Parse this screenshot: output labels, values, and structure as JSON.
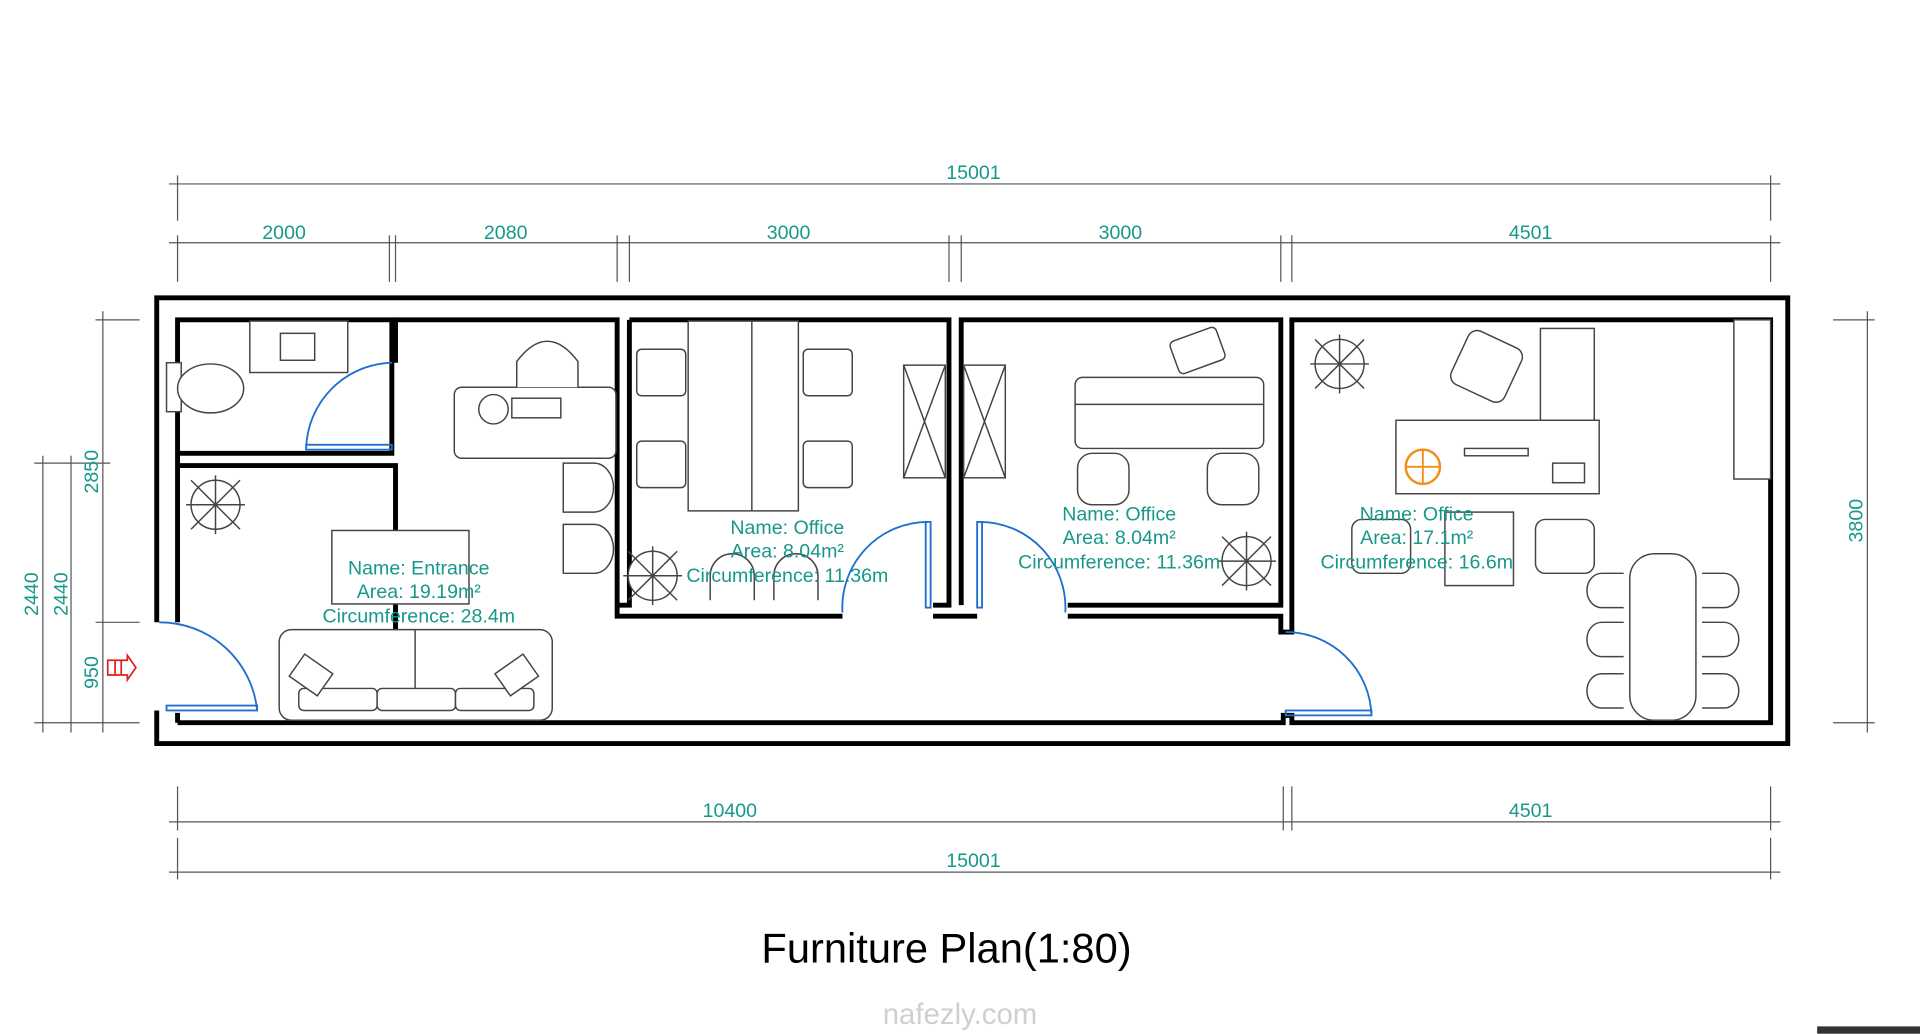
{
  "plan": {
    "title": "Furniture Plan(1:80)",
    "watermark": "nafezly.com",
    "colors": {
      "dimension": "#17988a",
      "door": "#1e6fd0",
      "wall": "#000000",
      "exit": "#e02020",
      "lamp": "#f0901a"
    },
    "dimensions": {
      "top_total": "15001",
      "top_segments": [
        "2000",
        "2080",
        "3000",
        "3000",
        "4501"
      ],
      "bottom_segments": [
        "10400",
        "4501"
      ],
      "bottom_total": "15001",
      "left_upper": "2850",
      "left_lower": "950",
      "left_a": "2440",
      "left_b": "2440",
      "right": "3800"
    },
    "rooms": [
      {
        "name": "Name: Entrance",
        "area": "Area: 19.19m²",
        "circ": "Circumference: 28.4m"
      },
      {
        "name": "Name: Office",
        "area": "Area: 8.04m²",
        "circ": "Circumference: 11.36m"
      },
      {
        "name": "Name: Office",
        "area": "Area: 8.04m²",
        "circ": "Circumference: 11.36m"
      },
      {
        "name": "Name: Office",
        "area": "Area: 17.1m²",
        "circ": "Circumference: 16.6m"
      }
    ]
  }
}
